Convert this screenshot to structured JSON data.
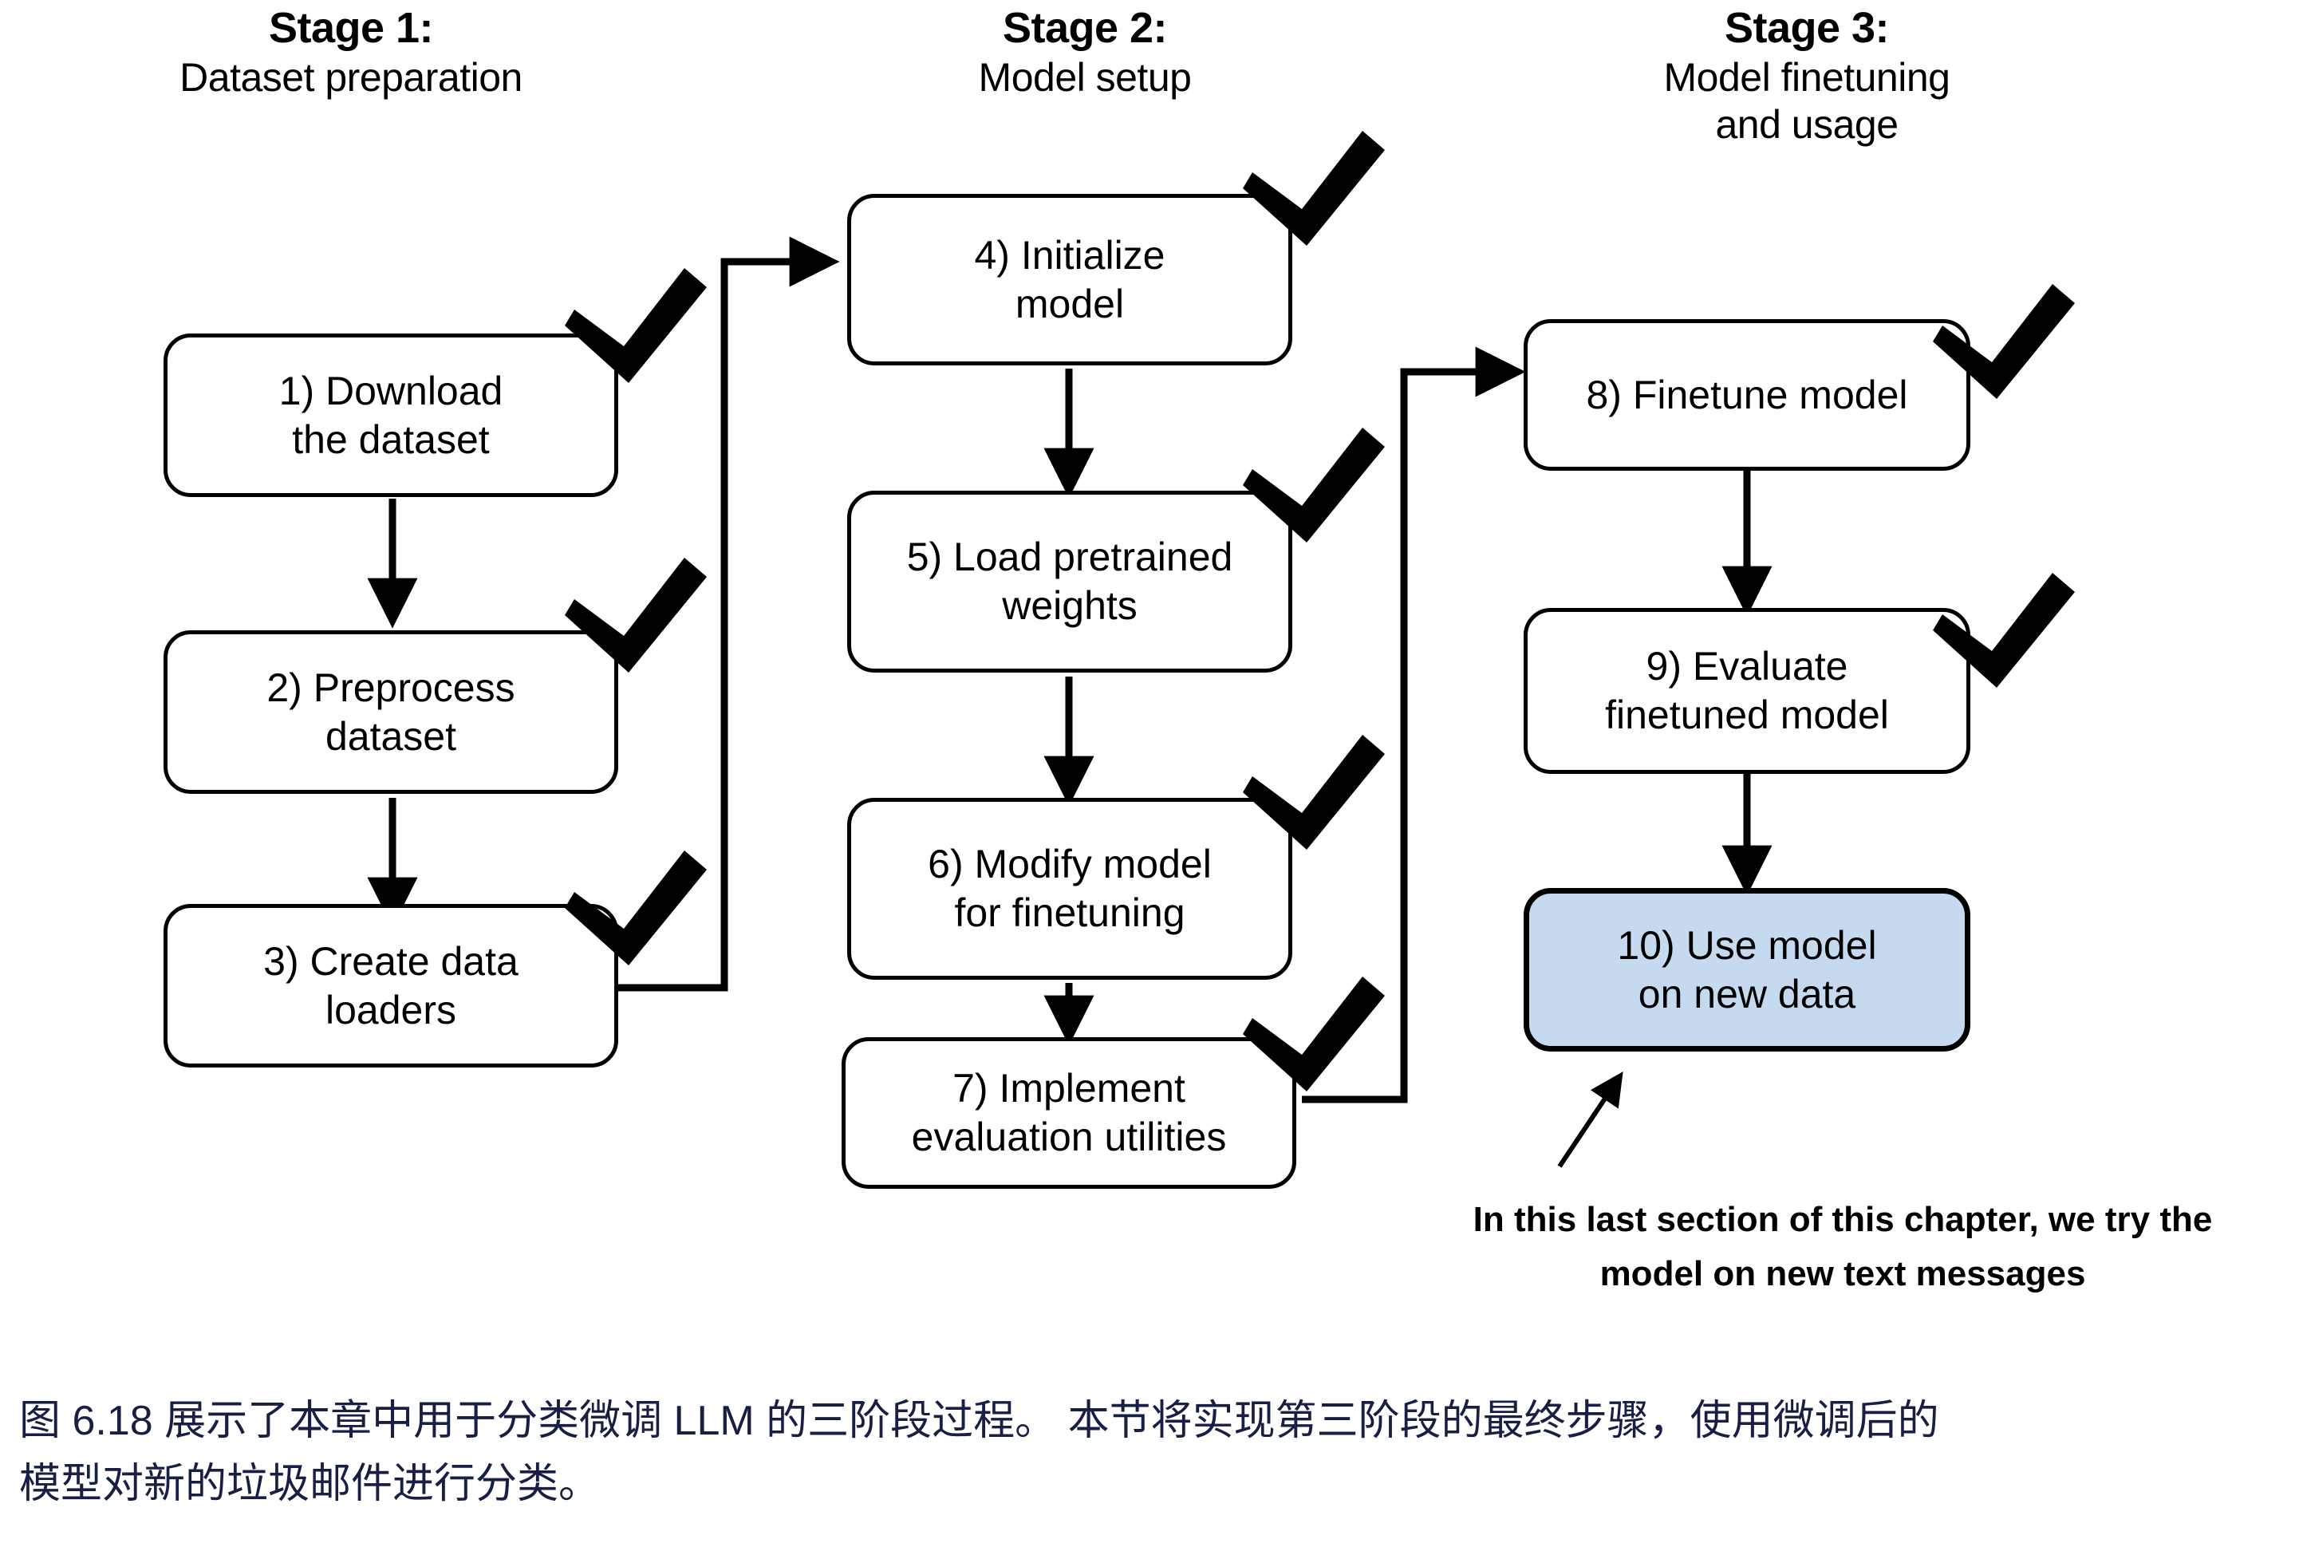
{
  "figure": {
    "stages": [
      {
        "id": "stage-1",
        "title": "Stage 1:",
        "subtitle": "Dataset preparation",
        "steps": [
          {
            "id": "step-1",
            "line1": "1) Download",
            "line2": "the dataset",
            "done": true,
            "highlight": false
          },
          {
            "id": "step-2",
            "line1": "2) Preprocess",
            "line2": "dataset",
            "done": true,
            "highlight": false
          },
          {
            "id": "step-3",
            "line1": "3) Create data",
            "line2": "loaders",
            "done": true,
            "highlight": false
          }
        ]
      },
      {
        "id": "stage-2",
        "title": "Stage 2:",
        "subtitle": "Model setup",
        "steps": [
          {
            "id": "step-4",
            "line1": "4) Initialize",
            "line2": "model",
            "done": true,
            "highlight": false
          },
          {
            "id": "step-5",
            "line1": "5) Load pretrained",
            "line2": "weights",
            "done": true,
            "highlight": false
          },
          {
            "id": "step-6",
            "line1": "6) Modify model",
            "line2": "for finetuning",
            "done": true,
            "highlight": false
          },
          {
            "id": "step-7",
            "line1": "7) Implement",
            "line2": "evaluation utilities",
            "done": true,
            "highlight": false
          }
        ]
      },
      {
        "id": "stage-3",
        "title": "Stage 3:",
        "subtitle": "Model finetuning and usage",
        "subtitle_line1": "Model finetuning",
        "subtitle_line2": "and usage",
        "steps": [
          {
            "id": "step-8",
            "line1": "8) Finetune model",
            "line2": "",
            "done": true,
            "highlight": false
          },
          {
            "id": "step-9",
            "line1": "9) Evaluate",
            "line2": "finetuned model",
            "done": true,
            "highlight": false
          },
          {
            "id": "step-10",
            "line1": "10) Use model",
            "line2": "on new data",
            "done": false,
            "highlight": true
          }
        ]
      }
    ],
    "annotation": {
      "line1": "In this last section of this chapter, we try the",
      "line2": "model on new text messages"
    },
    "colors": {
      "highlight_fill": "#c5daef",
      "stroke": "#000000",
      "caption_text": "#171f45",
      "background": "#ffffff"
    }
  },
  "caption": {
    "line1": "图 6.18 展示了本章中用于分类微调 LLM 的三阶段过程。 本节将实现第三阶段的最终步骤，使用微调后的",
    "line2": "模型对新的垃圾邮件进行分类。"
  }
}
